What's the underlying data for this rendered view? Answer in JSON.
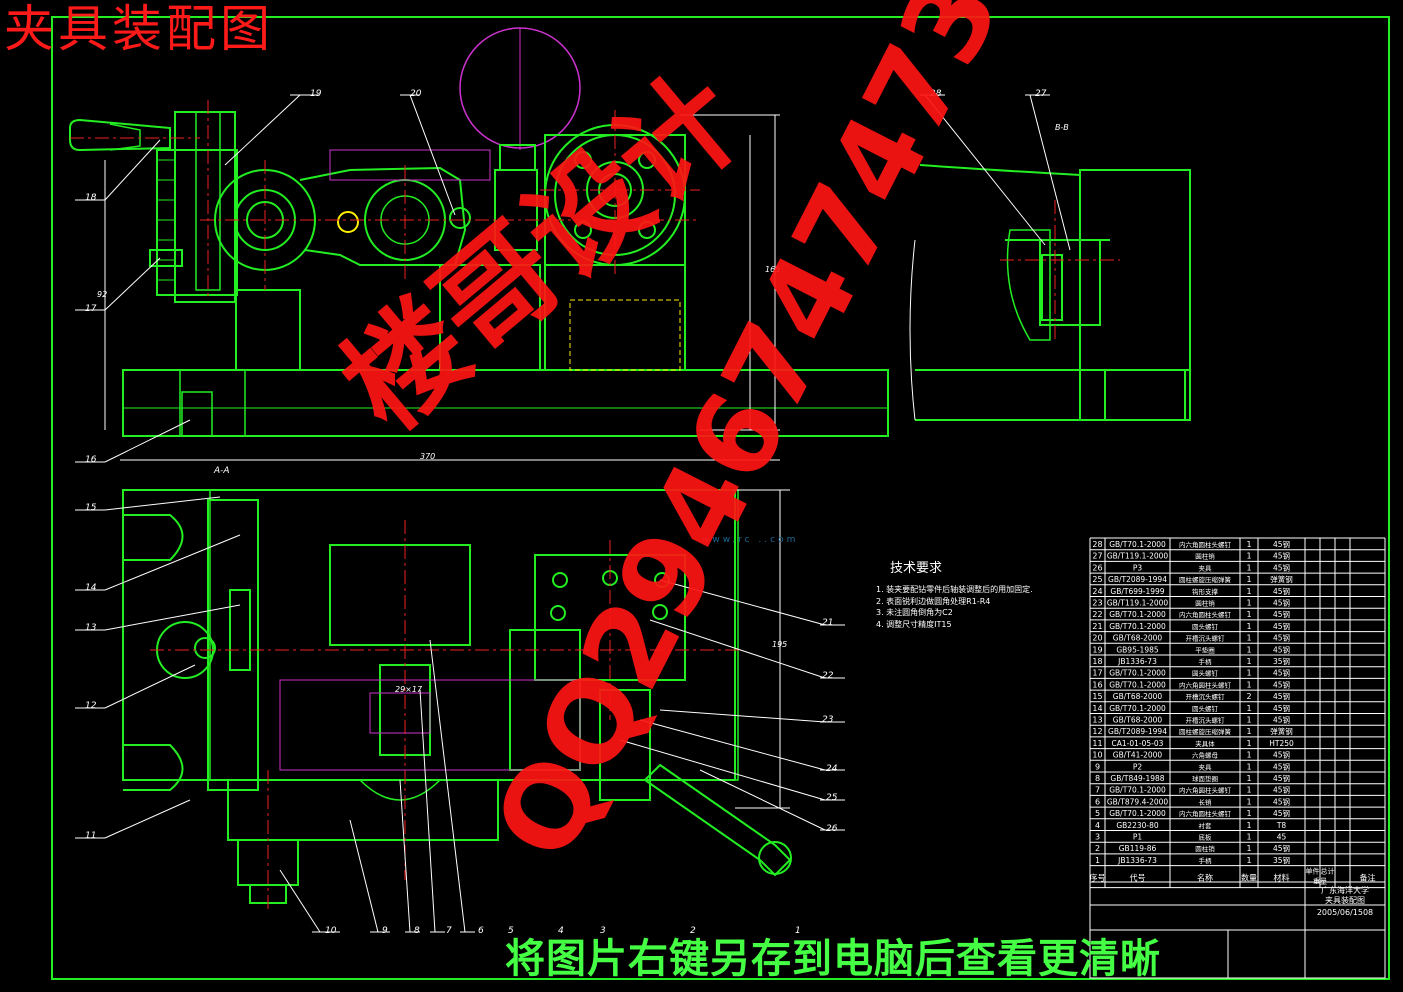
{
  "title": "夹具装配图",
  "watermark": {
    "bottom": "将图片右键另存到电脑后查看更清晰",
    "name": "楼哥设计",
    "qq": "QQ2946747473",
    "site": "www.rc   ..com"
  },
  "tech": {
    "title": "技术要求",
    "items": [
      "1. 装夹要配钻零件后轴装调整后的用加固定.",
      "2. 表面锐利边做圆角处理R1-R4",
      "3. 未注圆角倒角为C2",
      "4. 调整尺寸精度IT15"
    ]
  },
  "section_labels": {
    "top": "B-B",
    "mid": "A-A"
  },
  "dims": {
    "width_top": "370",
    "h1": "92",
    "h2": "165",
    "h3": "195",
    "small": "29×17"
  },
  "callouts_left_top": [
    "19",
    "18",
    "17",
    "16"
  ],
  "callouts_top": [
    "20"
  ],
  "callouts_right_view": [
    "28",
    "27"
  ],
  "callouts_left_bottom": [
    "15",
    "14",
    "13",
    "12",
    "11"
  ],
  "callouts_bottom": [
    "10",
    "9",
    "8",
    "7",
    "6",
    "5",
    "4",
    "3",
    "2",
    "1"
  ],
  "callouts_right_bottom": [
    "21",
    "22",
    "23",
    "24",
    "25",
    "26"
  ],
  "bom": [
    {
      "no": "28",
      "code": "GB/T70.1-2000",
      "name": "内六角圆柱头螺钉",
      "qty": "1",
      "mat": "45钢",
      "note": ""
    },
    {
      "no": "27",
      "code": "GB/T119.1-2000",
      "name": "圆柱销",
      "qty": "1",
      "mat": "45钢",
      "note": ""
    },
    {
      "no": "26",
      "code": "P3",
      "name": "夹具",
      "qty": "1",
      "mat": "45钢",
      "note": ""
    },
    {
      "no": "25",
      "code": "GB/T2089-1994",
      "name": "圆柱螺旋压缩弹簧",
      "qty": "1",
      "mat": "弹簧钢",
      "note": ""
    },
    {
      "no": "24",
      "code": "GB/T699-1999",
      "name": "钩形支撑",
      "qty": "1",
      "mat": "45钢",
      "note": ""
    },
    {
      "no": "23",
      "code": "GB/T119.1-2000",
      "name": "圆柱销",
      "qty": "1",
      "mat": "45钢",
      "note": ""
    },
    {
      "no": "22",
      "code": "GB/T70.1-2000",
      "name": "内六角圆柱头螺钉",
      "qty": "1",
      "mat": "45钢",
      "note": ""
    },
    {
      "no": "21",
      "code": "GB/T70.1-2000",
      "name": "圆头螺钉",
      "qty": "1",
      "mat": "45钢",
      "note": ""
    },
    {
      "no": "20",
      "code": "GB/T68-2000",
      "name": "开槽沉头螺钉",
      "qty": "1",
      "mat": "45钢",
      "note": ""
    },
    {
      "no": "19",
      "code": "GB95-1985",
      "name": "平垫圈",
      "qty": "1",
      "mat": "45钢",
      "note": ""
    },
    {
      "no": "18",
      "code": "JB1336-73",
      "name": "手柄",
      "qty": "1",
      "mat": "35钢",
      "note": ""
    },
    {
      "no": "17",
      "code": "GB/T70.1-2000",
      "name": "圆头螺钉",
      "qty": "1",
      "mat": "45钢",
      "note": ""
    },
    {
      "no": "16",
      "code": "GB/T70.1-2000",
      "name": "内六角圆柱头螺钉",
      "qty": "1",
      "mat": "45钢",
      "note": ""
    },
    {
      "no": "15",
      "code": "GB/T68-2000",
      "name": "开槽沉头螺钉",
      "qty": "2",
      "mat": "45钢",
      "note": ""
    },
    {
      "no": "14",
      "code": "GB/T70.1-2000",
      "name": "圆头螺钉",
      "qty": "1",
      "mat": "45钢",
      "note": ""
    },
    {
      "no": "13",
      "code": "GB/T68-2000",
      "name": "开槽沉头螺钉",
      "qty": "1",
      "mat": "45钢",
      "note": ""
    },
    {
      "no": "12",
      "code": "GB/T2089-1994",
      "name": "圆柱螺旋压缩弹簧",
      "qty": "1",
      "mat": "弹簧钢",
      "note": ""
    },
    {
      "no": "11",
      "code": "CA1-01-05-03",
      "name": "夹具体",
      "qty": "1",
      "mat": "HT250",
      "note": ""
    },
    {
      "no": "10",
      "code": "GB/T41-2000",
      "name": "六角螺母",
      "qty": "1",
      "mat": "45钢",
      "note": ""
    },
    {
      "no": "9",
      "code": "P2",
      "name": "夹具",
      "qty": "1",
      "mat": "45钢",
      "note": ""
    },
    {
      "no": "8",
      "code": "GB/T849-1988",
      "name": "球面垫圈",
      "qty": "1",
      "mat": "45钢",
      "note": ""
    },
    {
      "no": "7",
      "code": "GB/T70.1-2000",
      "name": "内六角圆柱头螺钉",
      "qty": "1",
      "mat": "45钢",
      "note": ""
    },
    {
      "no": "6",
      "code": "GB/T879.4-2000",
      "name": "长销",
      "qty": "1",
      "mat": "45钢",
      "note": ""
    },
    {
      "no": "5",
      "code": "GB/T70.1-2000",
      "name": "内六角圆柱头螺钉",
      "qty": "1",
      "mat": "45钢",
      "note": ""
    },
    {
      "no": "4",
      "code": "GB2230-80",
      "name": "衬套",
      "qty": "1",
      "mat": "T8",
      "note": ""
    },
    {
      "no": "3",
      "code": "P1",
      "name": "底板",
      "qty": "1",
      "mat": "45",
      "note": ""
    },
    {
      "no": "2",
      "code": "GB119-86",
      "name": "圆柱销",
      "qty": "1",
      "mat": "45钢",
      "note": ""
    },
    {
      "no": "1",
      "code": "JB1336-73",
      "name": "手柄",
      "qty": "1",
      "mat": "35钢",
      "note": ""
    }
  ],
  "bom_header": {
    "no": "序号",
    "code": "代号",
    "name": "名称",
    "qty": "数量",
    "mat": "材料",
    "w1": "单件",
    "w2": "总计",
    "weight": "重量",
    "note": "备注"
  },
  "title_block": {
    "school": "广东海洋大学",
    "drawing": "夹具装配图",
    "number": "2005/06/1508"
  },
  "colors": {
    "line": "#22ee22",
    "center": "#ee2222",
    "dim": "#ffffff",
    "magenta": "#cc33cc",
    "yellow": "#ffee00",
    "cyan": "#33dddd"
  }
}
